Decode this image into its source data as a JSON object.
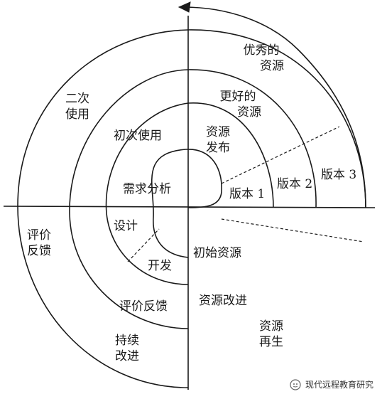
{
  "labels": {
    "excellent_resources": [
      "优秀的",
      "资源"
    ],
    "better_resources": [
      "更好的",
      "资源"
    ],
    "secondary_use": [
      "二次",
      "使用"
    ],
    "first_use": "初次使用",
    "resource_release": [
      "资源",
      "发布"
    ],
    "needs_analysis": "需求分析",
    "version_1": "版本 1",
    "version_2": "版本 2",
    "version_3": "版本 3",
    "design": "设计",
    "development": "开发",
    "initial_resources": "初始资源",
    "evaluation_feedback_outer": [
      "评价",
      "反馈"
    ],
    "evaluation_feedback_inner": "评价反馈",
    "resource_improvement": "资源改进",
    "resource_regeneration": [
      "资源",
      "再生"
    ],
    "continuous_improvement": [
      "持续",
      "改进"
    ]
  },
  "watermark": {
    "text": "现代远程教育研究"
  },
  "colors": {
    "line": "#1a1a1a",
    "text": "#1a1a1a",
    "background": "#ffffff"
  }
}
